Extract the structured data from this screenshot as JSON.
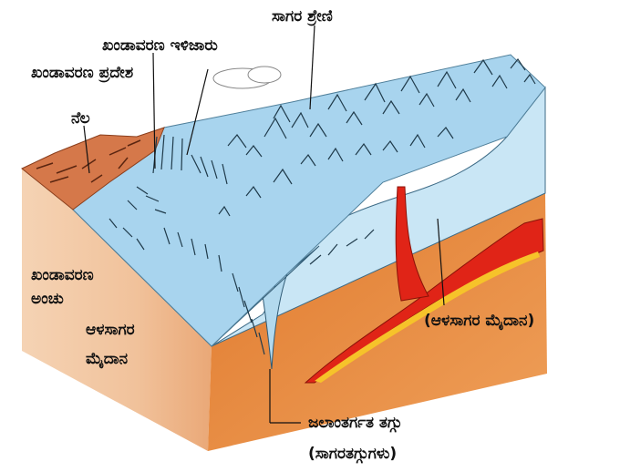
{
  "labels": {
    "ocean_ridge": "ಸಾಗರ ಶ್ರೇಣಿ",
    "continental_slope": "ಖಂಡಾವರಣ ಇಳಿಜಾರು",
    "continental_shelf": "ಖಂಡಾವರಣ ಪ್ರದೇಶ",
    "land": "ನೆಲ",
    "continental_edge_line1": "ಖಂಡಾವರಣ",
    "continental_edge_line2": "ಅಂಚು",
    "abyssal_plain_left_line1": "ಆಳಸಾಗರ",
    "abyssal_plain_left_line2": "ಮೈದಾನ",
    "abyssal_plain_right": "(ಆಳಸಾಗರ ಮೈದಾನ)",
    "trench_line1": "ಜಲಾಂತರ್ಗತ ತಗ್ಗು",
    "trench_line2": "(ಸಾಗರತಗ್ಗುಗಳು)"
  },
  "colors": {
    "ocean_surface": "#a9d6ee",
    "ocean_water_side": "#b7dcf0",
    "land_top": "#d5784a",
    "crust_front": "#f3c7a2",
    "crust_right": "#e8893f",
    "magma": "#e02417",
    "magma_glow": "#f6c32a",
    "relief_lines": "#1f3a4a"
  }
}
